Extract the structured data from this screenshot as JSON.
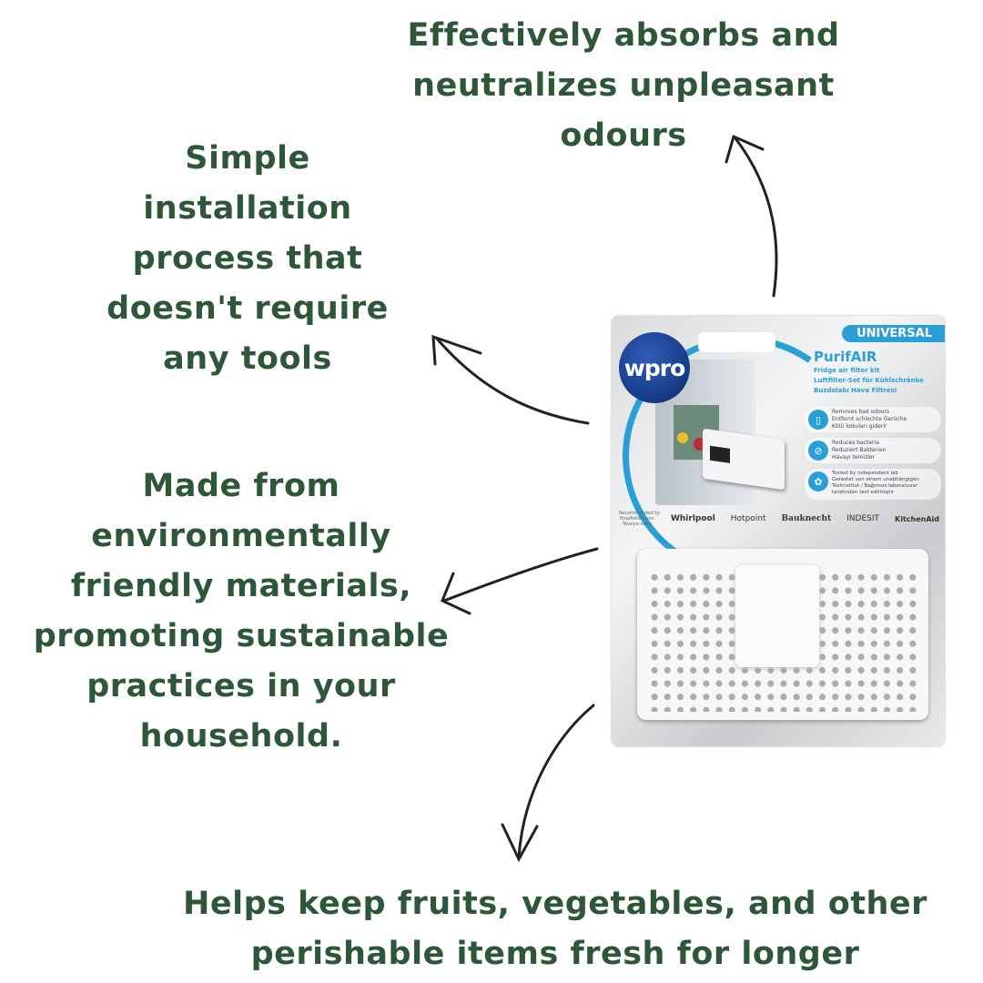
{
  "captions": {
    "top_right": [
      "Effectively absorbs and",
      "neutralizes unpleasant",
      "odours"
    ],
    "left_top": [
      "Simple",
      "installation",
      "process that",
      "doesn't require",
      "any tools"
    ],
    "left_middle": [
      "Made from",
      "environmentally",
      "friendly materials,",
      "promoting sustainable",
      "practices in your",
      "household."
    ],
    "bottom": [
      "Helps keep fruits, vegetables, and other",
      "perishable items fresh for longer"
    ]
  },
  "text_color": "#2e5639",
  "product": {
    "logo": "wpro",
    "badge": "UNIVERSAL",
    "name": "PurifAIR",
    "subtitles": [
      "Fridge air filter kit",
      "Luftfilter-Set für Kühlschränke",
      "Buzdolabı Hava Filtresi"
    ],
    "features": [
      {
        "icon": "fridge-icon",
        "lines": [
          "Removes bad odours",
          "Entfernt schlechte Gerüche",
          "Kötü kokuları giderir"
        ]
      },
      {
        "icon": "shield-icon",
        "lines": [
          "Reduces bacteria",
          "Reduziert Bakterien",
          "Havayı temizler"
        ]
      },
      {
        "icon": "medal-icon",
        "lines": [
          "Tested by independent lab",
          "Getestet von einem unabhängigen",
          "Testinstitut / Bağımsız laboratuvar",
          "tarafından test edilmiştir"
        ]
      }
    ],
    "recommended": [
      "Recommended by",
      "Empfohlen von",
      "Tavsiye eden"
    ],
    "brands": [
      "Whirlpool",
      "Hotpoint",
      "Bauknecht",
      "INDESIT",
      "KitchenAid"
    ],
    "accent": "#2a9fd6"
  }
}
